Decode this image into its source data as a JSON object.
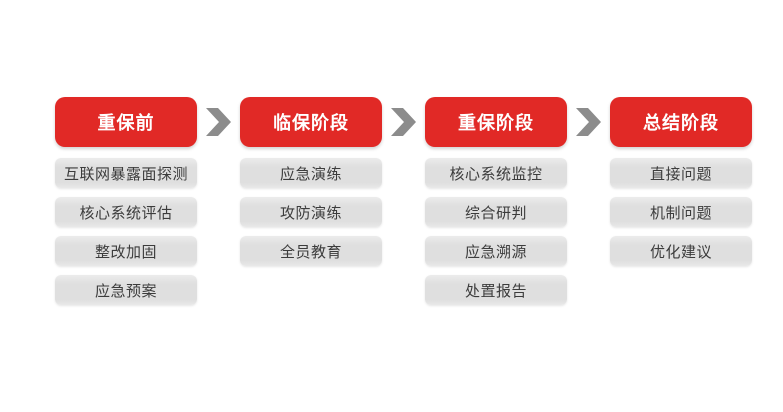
{
  "colors": {
    "canvas_bg": "#ffffff",
    "stage_red": "#e12926",
    "stage_title_text": "#ffffff",
    "item_bg": "#dfdfdf",
    "item_text": "#3c3c3c",
    "arrow_gray": "#8c8c8c"
  },
  "flow": {
    "arrow_icon": "chevron-right",
    "stages": [
      {
        "title": "重保前",
        "items": [
          "互联网暴露面探测",
          "核心系统评估",
          "整改加固",
          "应急预案"
        ]
      },
      {
        "title": "临保阶段",
        "items": [
          "应急演练",
          "攻防演练",
          "全员教育"
        ]
      },
      {
        "title": "重保阶段",
        "items": [
          "核心系统监控",
          "综合研判",
          "应急溯源",
          "处置报告"
        ]
      },
      {
        "title": "总结阶段",
        "items": [
          "直接问题",
          "机制问题",
          "优化建议"
        ]
      }
    ]
  }
}
